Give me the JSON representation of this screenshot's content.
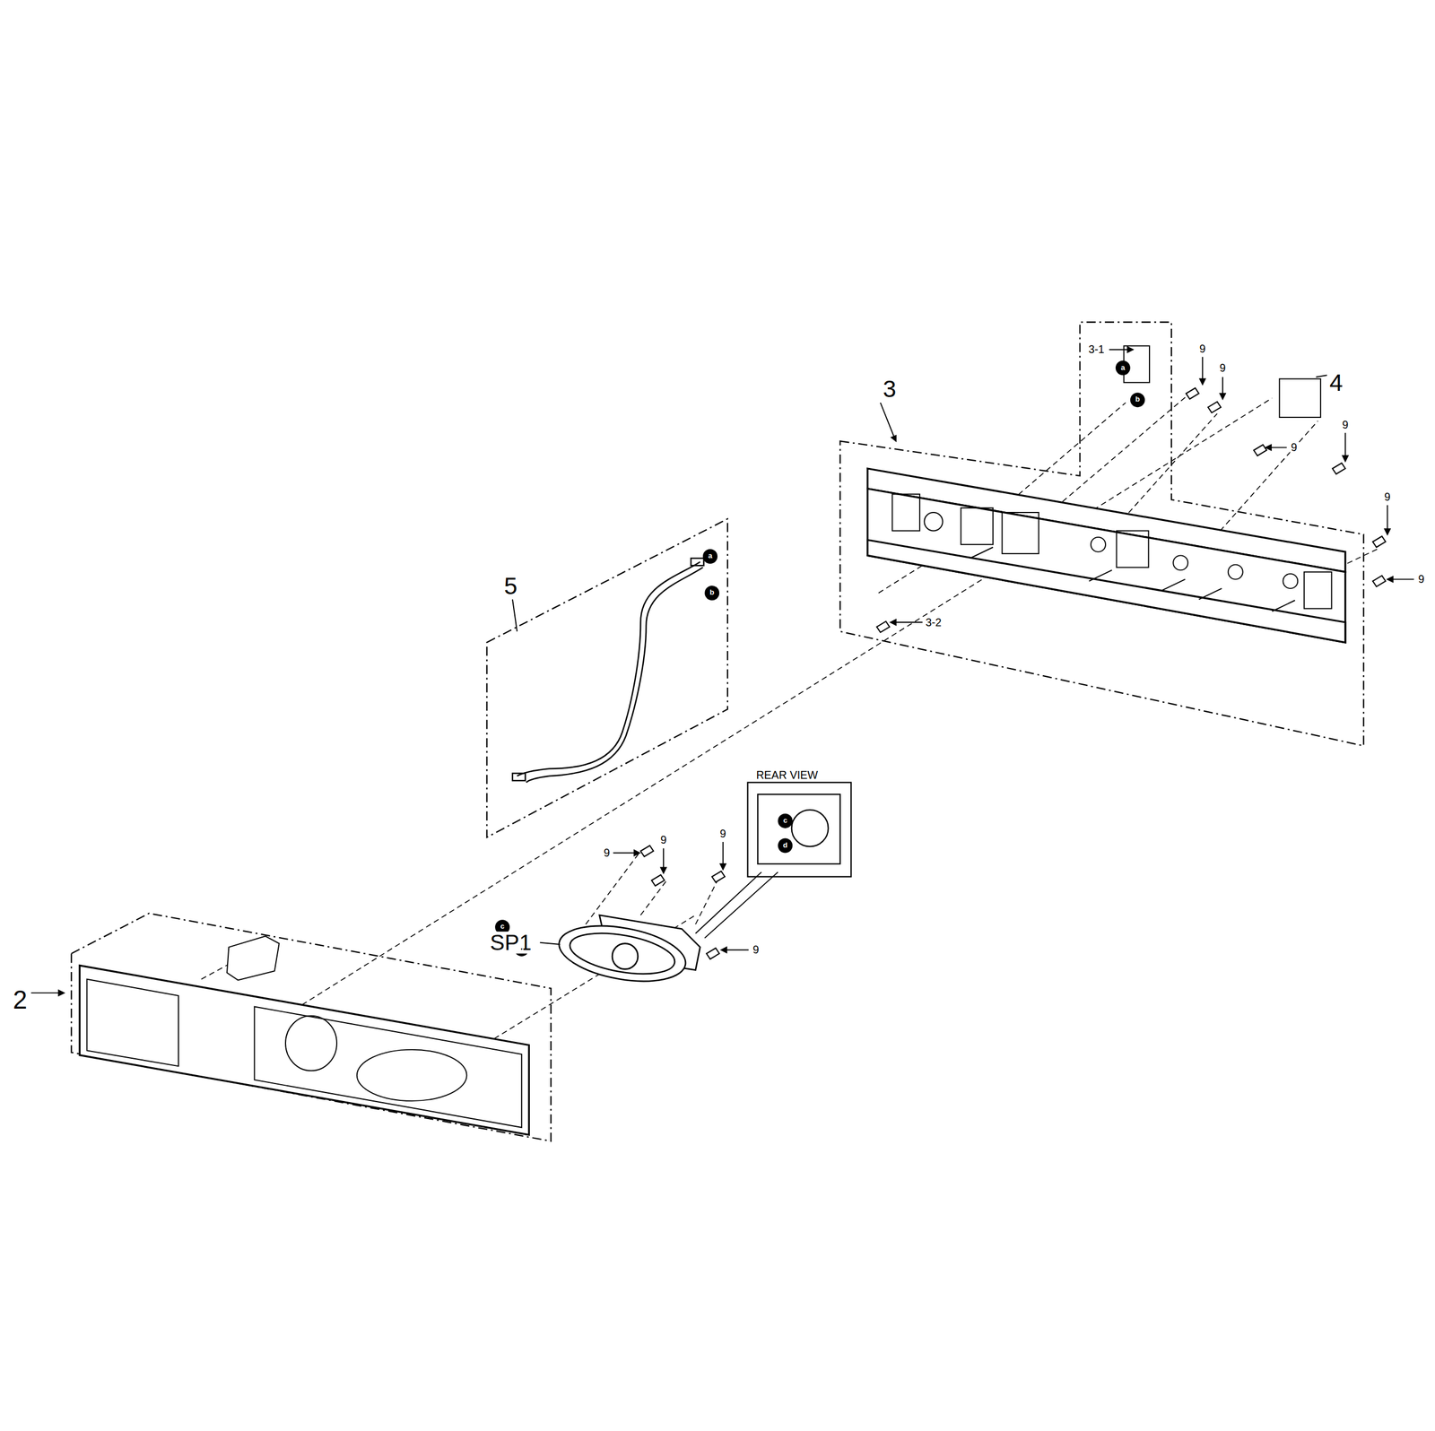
{
  "diagram": {
    "labels": [
      "3-1",
      "9",
      "9",
      "4",
      "3",
      "9",
      "9",
      "9",
      "9",
      "5",
      "3-2",
      "REAR VIEW",
      "9",
      "9",
      "9",
      "SP1",
      "9",
      "2",
      "a",
      "b",
      "a",
      "b",
      "c",
      "d",
      "c",
      "d"
    ]
  }
}
